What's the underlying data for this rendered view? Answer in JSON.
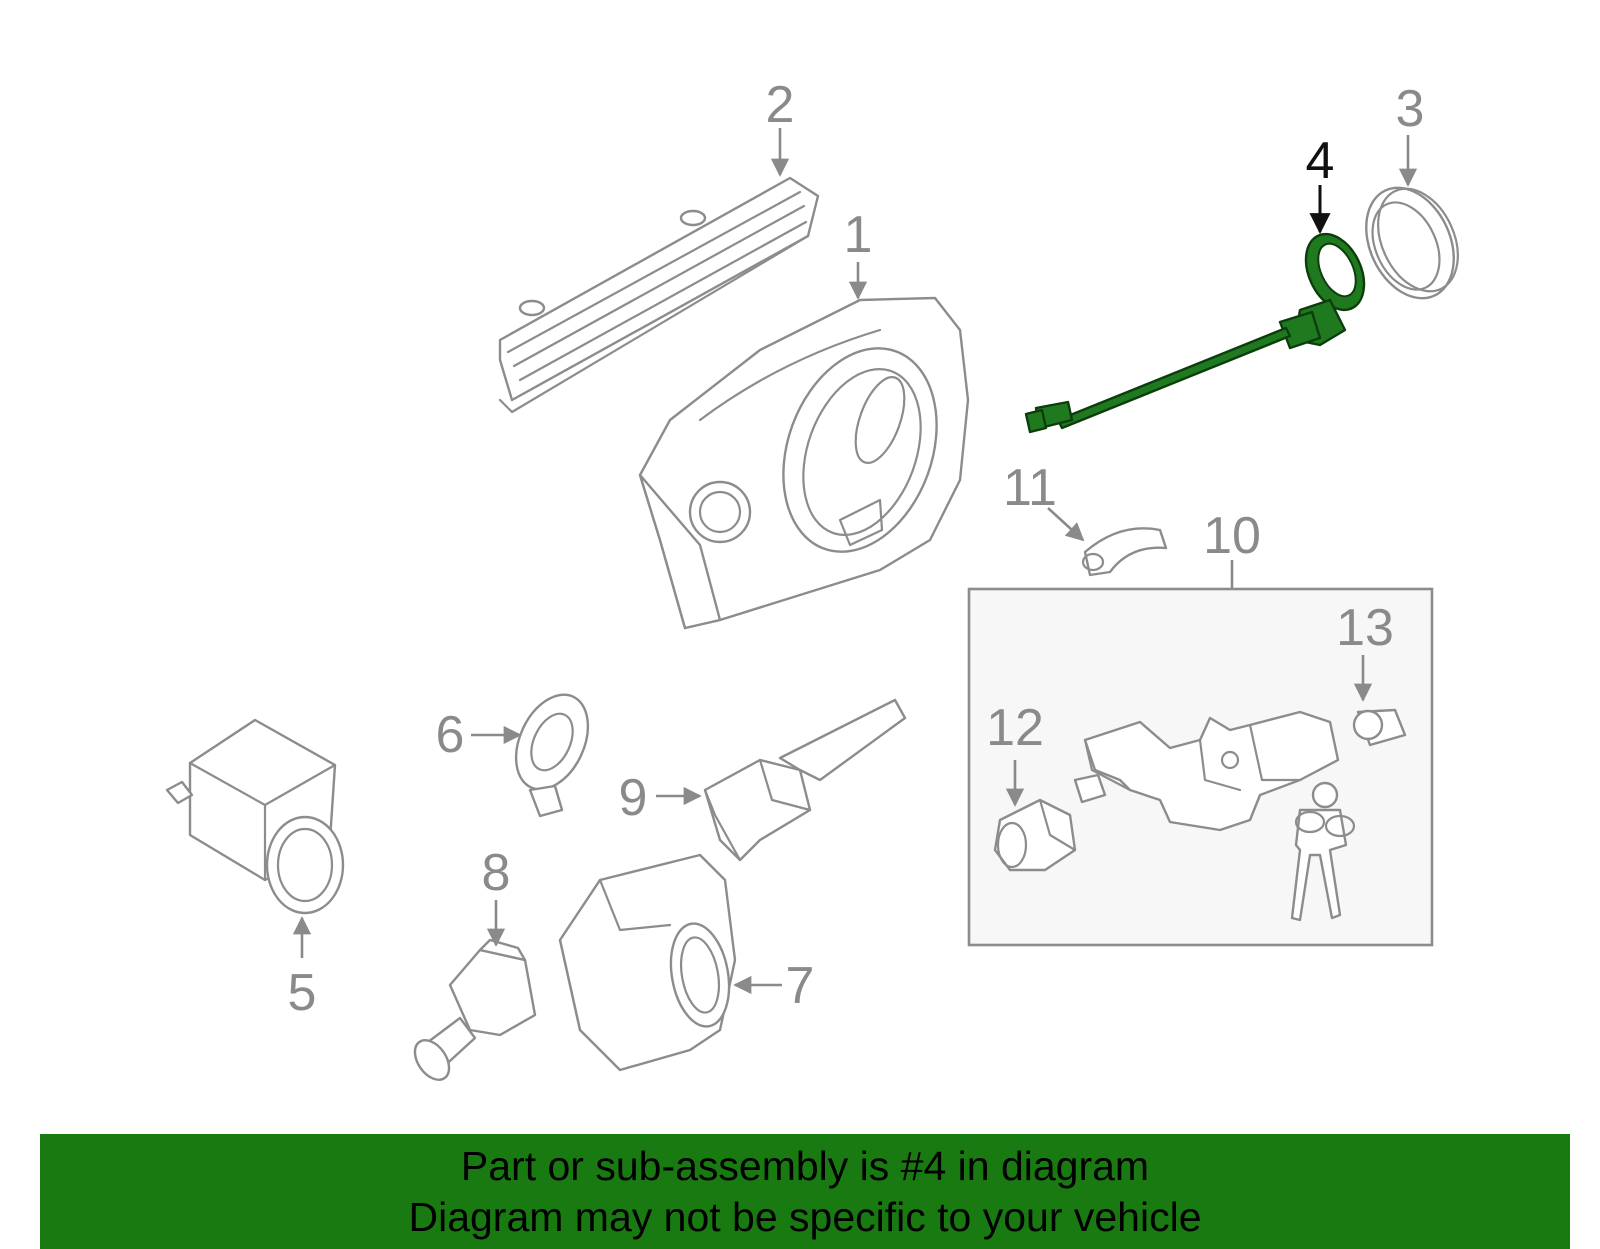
{
  "labels": {
    "p1": "1",
    "p2": "2",
    "p3": "3",
    "p4": "4",
    "p5": "5",
    "p6": "6",
    "p7": "7",
    "p8": "8",
    "p9": "9",
    "p10": "10",
    "p11": "11",
    "p12": "12",
    "p13": "13"
  },
  "highlighted_part": "4",
  "colors": {
    "highlight": "#1f7a1f",
    "banner": "#1a7a12",
    "part_stroke": "#8c8c8c",
    "label": "#8a8a8a"
  },
  "banner": {
    "line1": "Part or sub-assembly is #4 in diagram",
    "line2": "Diagram may not be specific to your vehicle"
  }
}
